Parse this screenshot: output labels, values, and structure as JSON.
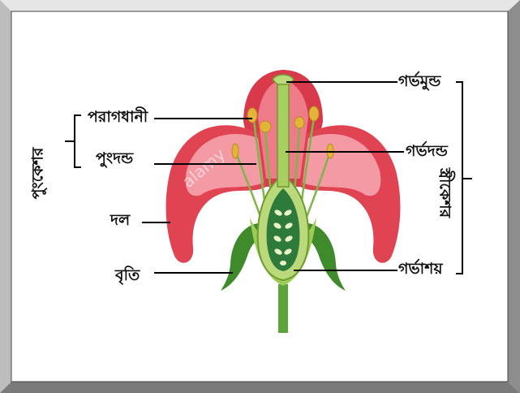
{
  "labels": {
    "pollen_sac": "পরাগধানী",
    "filament": "পুংদন্ড",
    "petal": "দল",
    "sepal": "বৃতি",
    "stigma": "গর্ভমুন্ড",
    "style": "গর্ভদন্ড",
    "ovary": "গর্ভাশয়",
    "stamen": "পুংকেশর",
    "pistil": "স্ত্রীকেশর"
  },
  "watermark": "alamy",
  "colors": {
    "petal": "#e04452",
    "petal_light": "#f39aa4",
    "sepal": "#3f8a2b",
    "stem": "#5aa43a",
    "anther": "#e2b53a",
    "ovule": "#e9f3c8",
    "frame_shadow": "#9a9a9a"
  }
}
